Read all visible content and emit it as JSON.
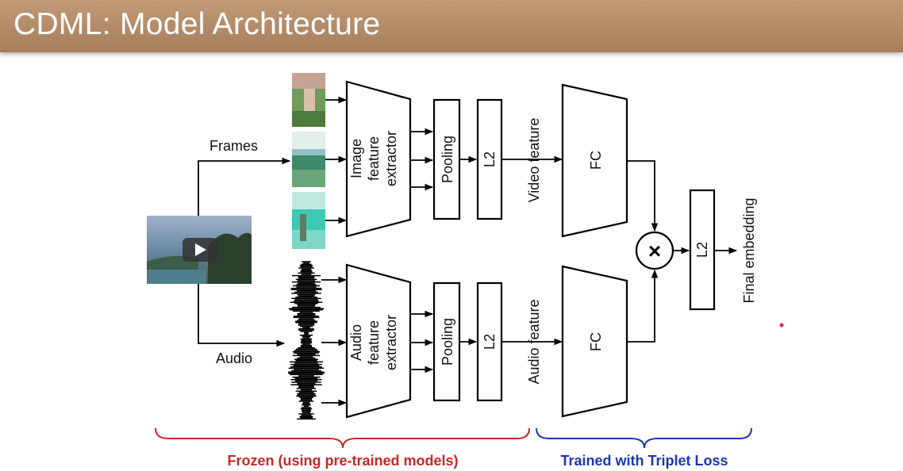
{
  "title": "CDML: Model Architecture",
  "labels": {
    "frames": "Frames",
    "audio": "Audio",
    "image_extractor": [
      "Image",
      "feature",
      "extractor"
    ],
    "audio_extractor": [
      "Audio",
      "feature",
      "extractor"
    ],
    "pooling": "Pooling",
    "l2": "L2",
    "video_feature": "Video feature",
    "audio_feature": "Audio feature",
    "fc": "FC",
    "multiply": "×",
    "final_embedding": "Final embedding"
  },
  "brackets": {
    "frozen": "Frozen (using pre-trained models)",
    "trained": "Trained with Triplet Loss"
  },
  "colors": {
    "title_bar": "#b08461",
    "frozen": "#c62828",
    "trained": "#1f35b5"
  }
}
